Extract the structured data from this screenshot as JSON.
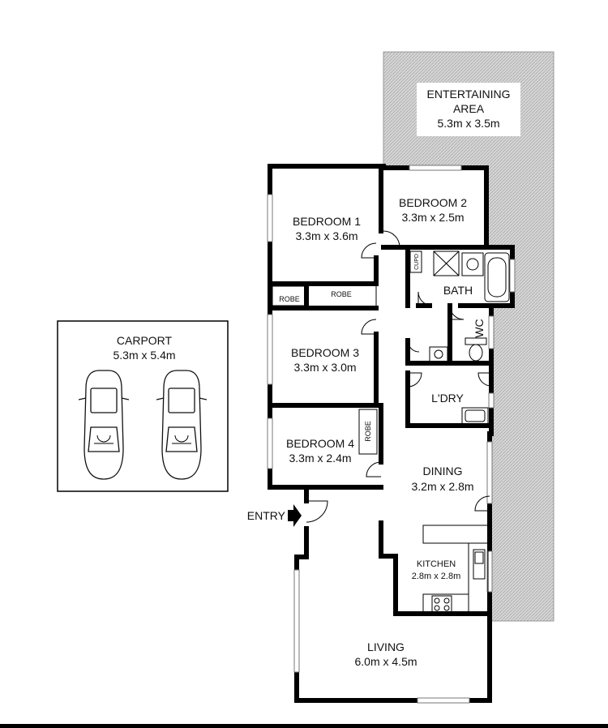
{
  "rooms": {
    "entertaining": {
      "name": "ENTERTAINING",
      "name2": "AREA",
      "size": "5.3m x 3.5m"
    },
    "bedroom1": {
      "name": "BEDROOM 1",
      "size": "3.3m x 3.6m"
    },
    "bedroom2": {
      "name": "BEDROOM 2",
      "size": "3.3m x 2.5m"
    },
    "bedroom3": {
      "name": "BEDROOM 3",
      "size": "3.3m x 3.0m"
    },
    "bedroom4": {
      "name": "BEDROOM 4",
      "size": "3.3m x 2.4m"
    },
    "bath": {
      "name": "BATH"
    },
    "wc": {
      "name": "WC"
    },
    "laundry": {
      "name": "L'DRY"
    },
    "dining": {
      "name": "DINING",
      "size": "3.2m x 2.8m"
    },
    "kitchen": {
      "name": "KITCHEN",
      "size": "2.8m x 2.8m"
    },
    "living": {
      "name": "LIVING",
      "size": "6.0m x 4.5m"
    },
    "carport": {
      "name": "CARPORT",
      "size": "5.3m x 5.4m"
    }
  },
  "labels": {
    "robe": "ROBE",
    "cupd": "CUPD",
    "entry": "ENTRY"
  }
}
